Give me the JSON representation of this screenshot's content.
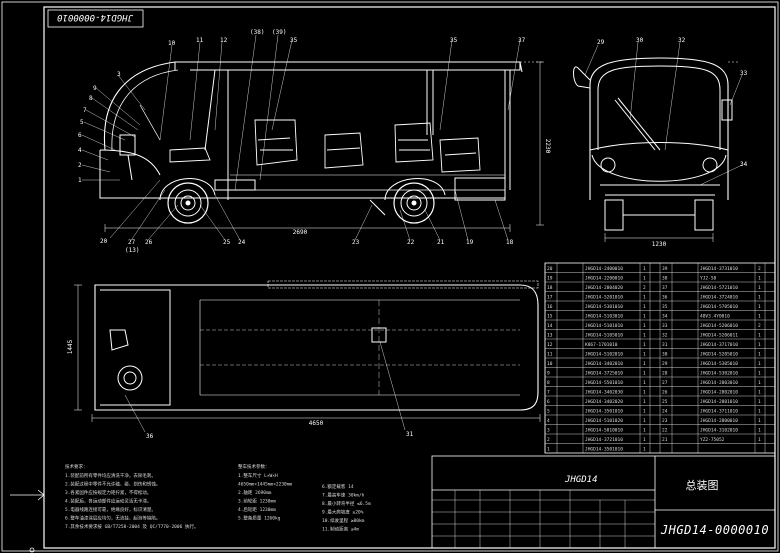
{
  "drawing": {
    "stamp_code": "JHGD14-0000010",
    "model": "JHGD14",
    "drawing_number": "JHGD14-0000010",
    "drawing_title": "总装图"
  },
  "dimensions": {
    "wheelbase": "2690",
    "height": "2230",
    "track_width": "1230",
    "overall_width": "1445",
    "overall_length": "4650"
  },
  "callouts": {
    "side_left": [
      "1",
      "2",
      "3",
      "4",
      "5",
      "6",
      "7",
      "8",
      "9"
    ],
    "side_top": [
      "10",
      "11",
      "12",
      "(38)",
      "(39)",
      "35",
      "37"
    ],
    "side_bottom": [
      "20",
      "27",
      "(13)",
      "26",
      "25",
      "24",
      "23",
      "22",
      "21",
      "19",
      "18"
    ],
    "front": [
      "29",
      "30",
      "32",
      "33",
      "34"
    ],
    "plan": [
      "36",
      "31"
    ]
  },
  "notes": {
    "heading": "技术要求：",
    "items": [
      "1.装配前所有零件均应清洗干净，去除毛刺。",
      "2.装配过程中零件不允许磕、碰、划伤和锈蚀。",
      "3.各紧固件应按规定力矩拧紧，不得松动。",
      "4.装配后，各运动部件应运动灵活无卡滞。",
      "5.电器线路连接可靠，绝缘良好，标识清楚。",
      "6.整车油漆涂层应均匀，无流挂、起泡等缺陷。",
      "7.其余技术要求按 GB/T7258-2004 及 QC/T770-2006 执行。"
    ]
  },
  "specs": {
    "heading": "整车技术参数：",
    "left": [
      "1.整车尺寸 L×W×H",
      "  4650mm×1445mm×2230mm",
      "2.轴距 2690mm",
      "3.前轮距 1230mm",
      "4.后轮距 1230mm",
      "5.整备质量 1260kg"
    ],
    "right": [
      "6.额定载客 14",
      "7.最高车速 30km/h",
      "8.最小转弯半径 ≤6.5m",
      "9.最大爬坡度 ≥20%",
      "10.续驶里程 ≥80km",
      "11.制动距离 ≤4m"
    ]
  },
  "bom": {
    "rows": [
      {
        "l_no": "20",
        "l_code": "JHGD14-2400010",
        "l_qty": "1",
        "r_no": "39",
        "r_code": "JHGD14-3731010",
        "r_qty": "2"
      },
      {
        "l_no": "19",
        "l_code": "JHGD14-2200010",
        "l_qty": "1",
        "r_no": "38",
        "r_code": "YJ2-58",
        "r_qty": "1"
      },
      {
        "l_no": "18",
        "l_code": "JHGD14-2804020",
        "l_qty": "2",
        "r_no": "37",
        "r_code": "JHGD14-5721010",
        "r_qty": "1"
      },
      {
        "l_no": "17",
        "l_code": "JHGD14-5201010",
        "l_qty": "1",
        "r_no": "36",
        "r_code": "JHGD14-3724010",
        "r_qty": "1"
      },
      {
        "l_no": "16",
        "l_code": "JHGD14-5301010",
        "l_qty": "1",
        "r_no": "35",
        "r_code": "JHGD14-5705010",
        "r_qty": "1"
      },
      {
        "l_no": "15",
        "l_code": "JHGD14-5103010",
        "l_qty": "1",
        "r_no": "34",
        "r_code": "48V3.4Y0010",
        "r_qty": "1"
      },
      {
        "l_no": "14",
        "l_code": "JHGD14-5101010",
        "l_qty": "1",
        "r_no": "33",
        "r_code": "JHGD14-5206010",
        "r_qty": "2"
      },
      {
        "l_no": "13",
        "l_code": "JHGD14-5105010",
        "l_qty": "1",
        "r_no": "32",
        "r_code": "JHGD14-5206011",
        "r_qty": "1"
      },
      {
        "l_no": "12",
        "l_code": "K867-1701010",
        "l_qty": "1",
        "r_no": "31",
        "r_code": "JHGD14-3717010",
        "r_qty": "1"
      },
      {
        "l_no": "11",
        "l_code": "JHGD14-5102010",
        "l_qty": "1",
        "r_no": "30",
        "r_code": "JHGD14-5205010",
        "r_qty": "1"
      },
      {
        "l_no": "10",
        "l_code": "JHGD14-3402010",
        "l_qty": "1",
        "r_no": "29",
        "r_code": "JHGD14-5305010",
        "r_qty": "1"
      },
      {
        "l_no": "9",
        "l_code": "JHGD14-3725010",
        "l_qty": "1",
        "r_no": "28",
        "r_code": "JHGD14-5302010",
        "r_qty": "1"
      },
      {
        "l_no": "8",
        "l_code": "JHGD14-5501010",
        "l_qty": "1",
        "r_no": "27",
        "r_code": "JHGD14-2803010",
        "r_qty": "1"
      },
      {
        "l_no": "7",
        "l_code": "JHGD14-3402030",
        "l_qty": "1",
        "r_no": "26",
        "r_code": "JHGD14-2802010",
        "r_qty": "1"
      },
      {
        "l_no": "6",
        "l_code": "JHGD14-3402020",
        "l_qty": "1",
        "r_no": "25",
        "r_code": "JHGD14-2801010",
        "r_qty": "1"
      },
      {
        "l_no": "5",
        "l_code": "JHGD14-3501010",
        "l_qty": "1",
        "r_no": "24",
        "r_code": "JHGD14-3711010",
        "r_qty": "1"
      },
      {
        "l_no": "4",
        "l_code": "JHGD14-5101020",
        "l_qty": "1",
        "r_no": "23",
        "r_code": "JHGD14-2800010",
        "r_qty": "1"
      },
      {
        "l_no": "3",
        "l_code": "JHGD14-5810010",
        "l_qty": "1",
        "r_no": "22",
        "r_code": "JHGD14-3102010",
        "r_qty": "1"
      },
      {
        "l_no": "2",
        "l_code": "JHGD14-3721010",
        "l_qty": "1",
        "r_no": "21",
        "r_code": "YZ2-75052",
        "r_qty": "1"
      },
      {
        "l_no": "1",
        "l_code": "JHGD14-3501010",
        "l_qty": "1",
        "r_no": "",
        "r_code": "",
        "r_qty": ""
      }
    ]
  }
}
